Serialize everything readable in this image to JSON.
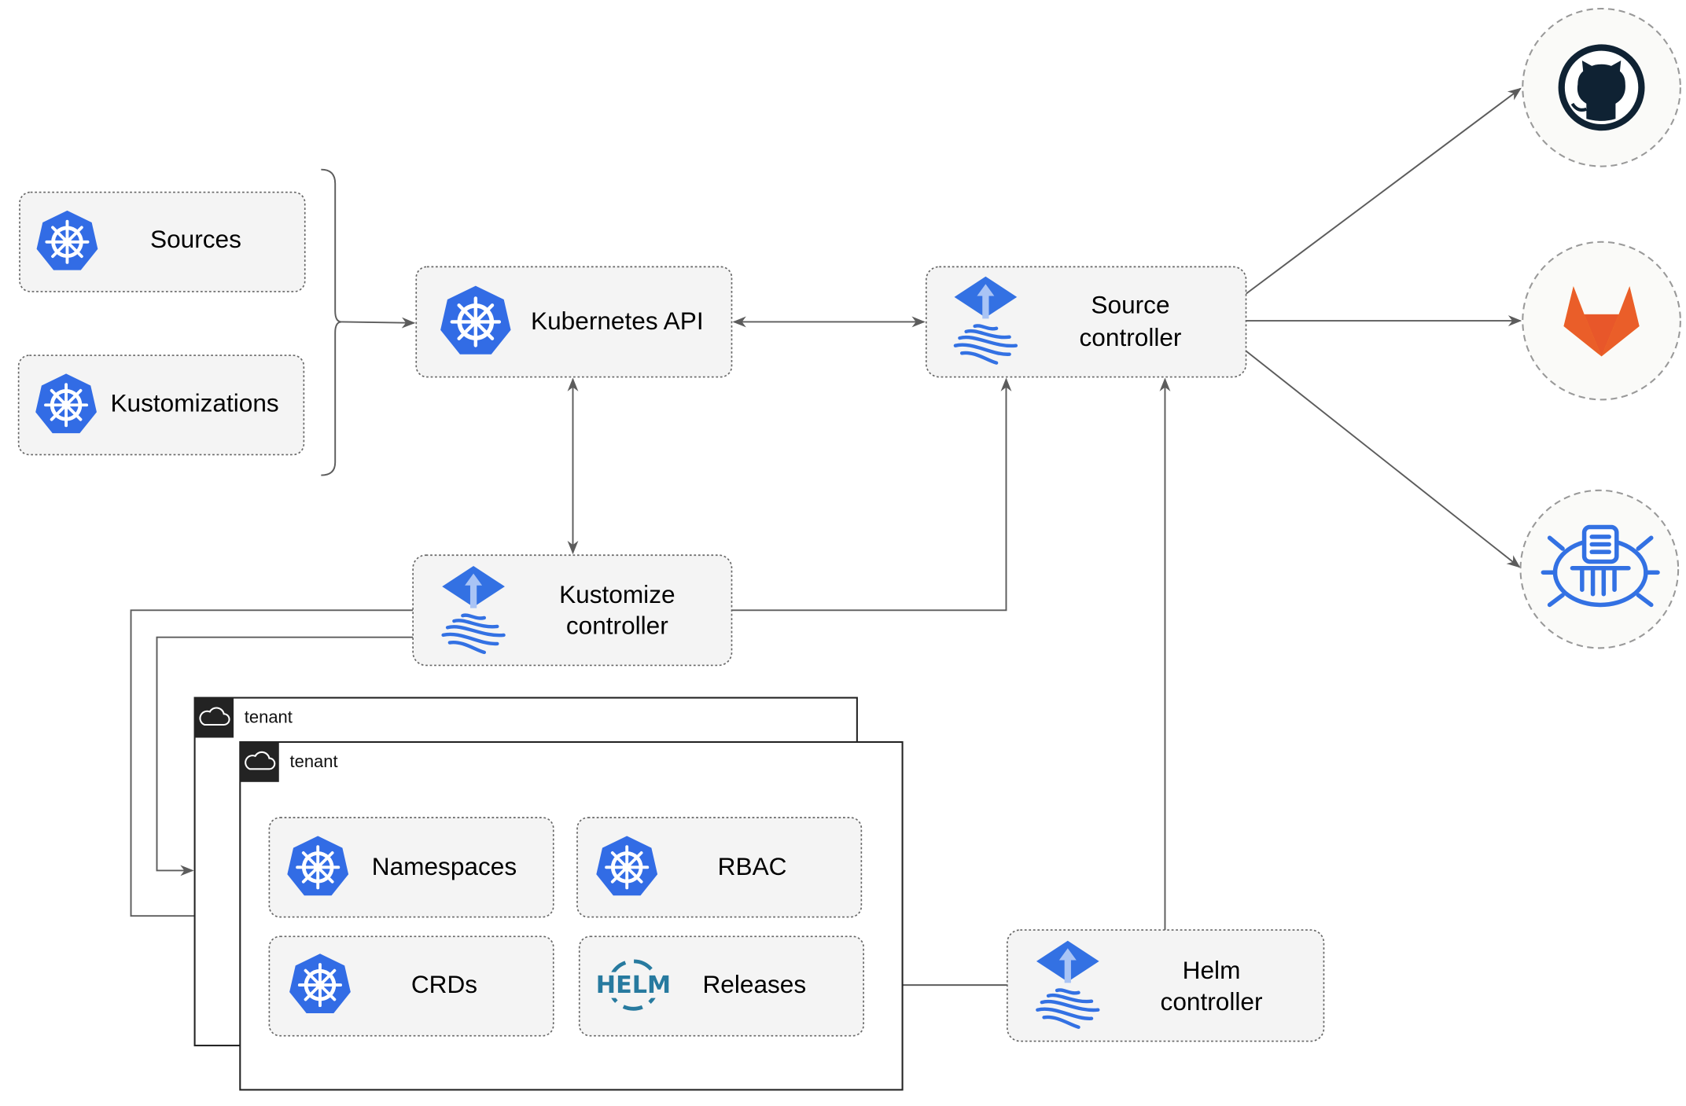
{
  "nodes": {
    "sources": {
      "label": "Sources",
      "icon": "kubernetes-icon"
    },
    "kustomizations": {
      "label": "Kustomizations",
      "icon": "kubernetes-icon"
    },
    "kubernetes_api": {
      "label": "Kubernetes API",
      "icon": "kubernetes-icon"
    },
    "source_controller": {
      "line1": "Source",
      "line2": "controller",
      "icon": "flux-icon"
    },
    "kustomize_controller": {
      "line1": "Kustomize",
      "line2": "controller",
      "icon": "flux-icon"
    },
    "helm_controller": {
      "line1": "Helm",
      "line2": "controller",
      "icon": "flux-icon"
    },
    "namespaces": {
      "label": "Namespaces",
      "icon": "kubernetes-icon"
    },
    "rbac": {
      "label": "RBAC",
      "icon": "kubernetes-icon"
    },
    "crds": {
      "label": "CRDs",
      "icon": "kubernetes-icon"
    },
    "releases": {
      "label": "Releases",
      "icon": "helm-icon",
      "icon_text": "HELM"
    }
  },
  "tenants": [
    {
      "label": "tenant",
      "icon": "cloud-icon"
    },
    {
      "label": "tenant",
      "icon": "cloud-icon"
    }
  ],
  "external": [
    {
      "name": "github",
      "icon": "github-icon"
    },
    {
      "name": "gitlab",
      "icon": "gitlab-icon"
    },
    {
      "name": "bucket",
      "icon": "bucket-icon"
    }
  ],
  "colors": {
    "kubernetes": "#326ce5",
    "flux": "#3371e3",
    "helm": "#277a9f",
    "github": "#0f2233",
    "gitlab_red": "#e8572a",
    "gitlab_orange": "#fca326",
    "box_fill": "#f4f4f4",
    "edge": "#5c5c5c"
  }
}
